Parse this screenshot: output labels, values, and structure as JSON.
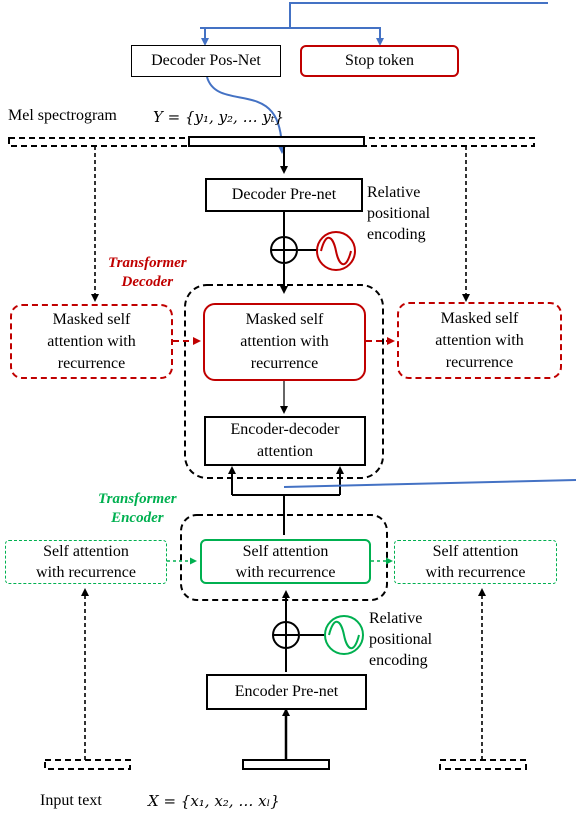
{
  "colors": {
    "decoder_red": "#c00000",
    "encoder_green": "#00b050",
    "connector_blue": "#4472c4",
    "black": "#000000"
  },
  "top": {
    "decoder_postnet": "Decoder Pos-Net",
    "stop_token": "Stop token"
  },
  "mel": {
    "label": "Mel spectrogram",
    "formula": "Y = {y₁, y₂, … yₜ}"
  },
  "decoder": {
    "title_line1": "Transformer",
    "title_line2": "Decoder",
    "prenet": "Decoder Pre-net",
    "pos_enc": [
      "Relative",
      "positional",
      "encoding"
    ],
    "msa_left": [
      "Masked self",
      "attention with",
      "recurrence"
    ],
    "msa_center": [
      "Masked self",
      "attention with",
      "recurrence"
    ],
    "msa_right": [
      "Masked self",
      "attention with",
      "recurrence"
    ],
    "enc_dec_attention": [
      "Encoder-decoder",
      "attention"
    ]
  },
  "encoder": {
    "title_line1": "Transformer",
    "title_line2": "Encoder",
    "sa_left": [
      "Self attention",
      "with recurrence"
    ],
    "sa_center": [
      "Self attention",
      "with recurrence"
    ],
    "sa_right": [
      "Self attention",
      "with recurrence"
    ],
    "pos_enc": [
      "Relative",
      "positional",
      "encoding"
    ],
    "prenet": "Encoder Pre-net"
  },
  "input": {
    "label": "Input text",
    "formula": "X = {x₁, x₂, … xₗ}"
  }
}
